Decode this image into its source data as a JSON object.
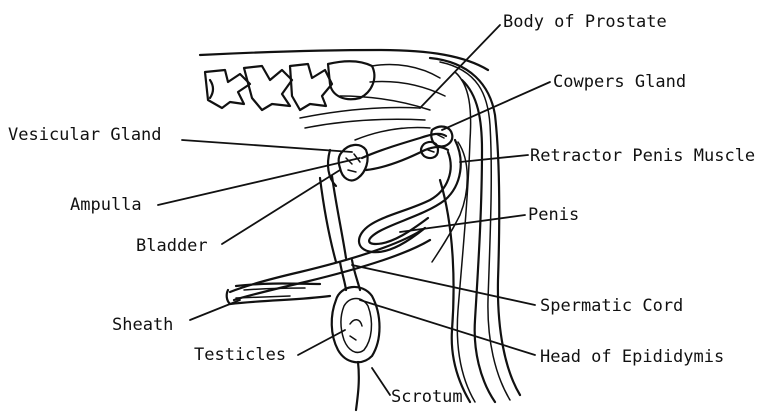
{
  "labels": {
    "body_of_prostate": "Body of Prostate",
    "cowpers_gland": "Cowpers Gland",
    "vesicular_gland": "Vesicular Gland",
    "retractor_penis_muscle": "Retractor Penis Muscle",
    "ampulla": "Ampulla",
    "penis": "Penis",
    "bladder": "Bladder",
    "spermatic_cord": "Spermatic Cord",
    "sheath": "Sheath",
    "testicles": "Testicles",
    "head_of_epididymis": "Head of Epididymis",
    "scrotum": "Scrotum"
  },
  "colors": {
    "ink": "#111111",
    "background": "#ffffff"
  }
}
